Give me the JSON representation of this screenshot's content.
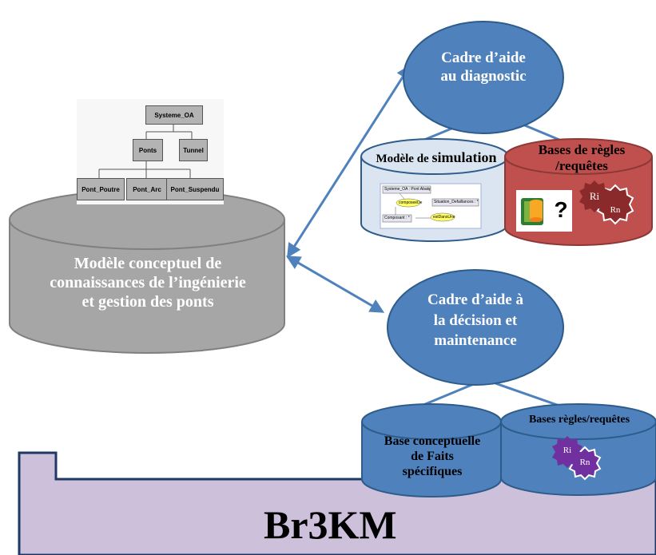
{
  "footer": {
    "title": "Br3KM"
  },
  "central_db": {
    "line1": "Modèle conceptuel de",
    "line2": "connaissances de l’ingénierie",
    "line3": "et gestion des ponts"
  },
  "uml": {
    "root": "Systeme_OA",
    "mid_left": "Ponts",
    "mid_right": "Tunnel",
    "leaf1": "Pont_Poutre",
    "leaf2": "Pont_Arc",
    "leaf3": "Pont_Suspendu"
  },
  "diag_frame": {
    "line1": "Cadre d’aide",
    "line2": "au diagnostic"
  },
  "decision_frame": {
    "line1": "Cadre d’aide à",
    "line2": "la décision et",
    "line3": "maintenance"
  },
  "sim_db": {
    "label_part1": "Modèle de ",
    "label_part2": "simulation",
    "mini_title": "Systeme_OA : Pont Abakpa-Nike_Nigeria",
    "mini_composee": "composeeDe",
    "mini_situation": "Situation_Defaillances : *",
    "mini_composant": "Composant : *",
    "mini_condans": "estDansUne"
  },
  "rules_db_top": {
    "line1": "Bases de règles",
    "line2": "/requêtes",
    "gear1": "Ri",
    "gear2": "Rn",
    "question": "?"
  },
  "facts_db": {
    "line1": "Base conceptuelle",
    "line2": "de Faits",
    "line3": "spécifiques"
  },
  "rules_db_bottom": {
    "label": "Bases règles/requêtes",
    "gear1": "Ri",
    "gear2": "Rn"
  },
  "colors": {
    "blue": "#4f81bd",
    "blue_stroke": "#2e5c8a",
    "gray": "#a6a6a6",
    "red": "#c0504d",
    "lavender": "#ccc0da",
    "purple": "#7030a0",
    "gear_brown": "#8b2a2a",
    "light_blue": "#dbe5f1"
  }
}
